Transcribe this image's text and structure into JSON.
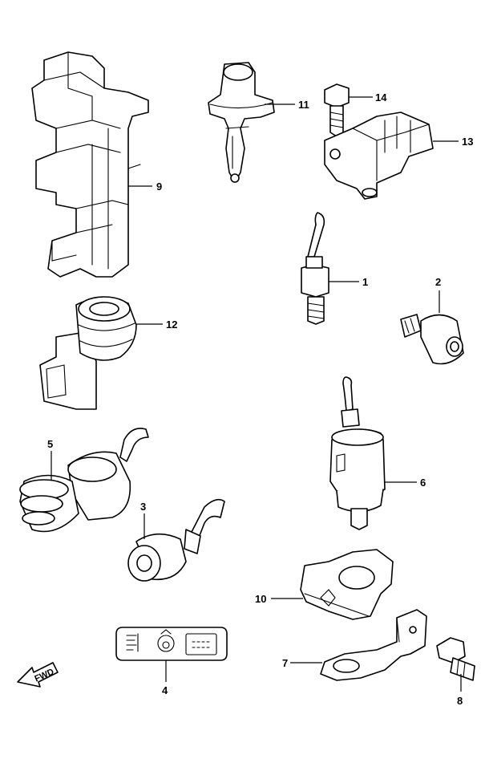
{
  "callouts": {
    "p1": "1",
    "p2": "2",
    "p3": "3",
    "p4": "4",
    "p5": "5",
    "p6": "6",
    "p7": "7",
    "p8": "8",
    "p9": "9",
    "p10": "10",
    "p11": "11",
    "p12": "12",
    "p13": "13",
    "p14": "14"
  },
  "direction_arrow": {
    "label": "FWD",
    "icon": "fwd-arrow-icon"
  }
}
